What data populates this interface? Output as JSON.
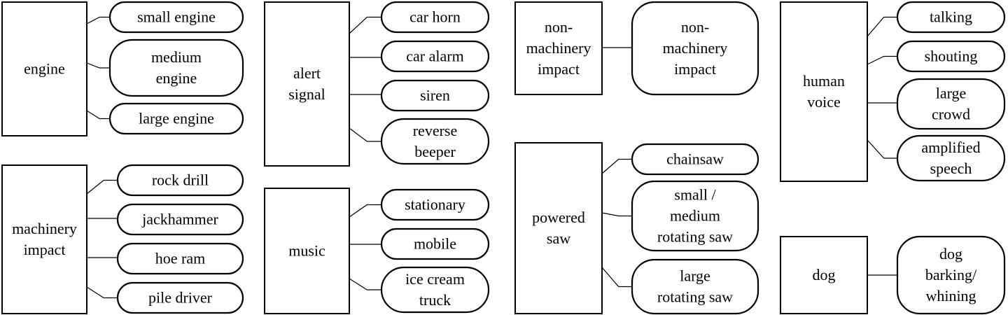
{
  "groups": [
    {
      "id": "engine",
      "label": "engine",
      "children": [
        {
          "id": "small-engine",
          "label": "small engine"
        },
        {
          "id": "medium-engine",
          "label": "medium\nengine"
        },
        {
          "id": "large-engine",
          "label": "large engine"
        }
      ]
    },
    {
      "id": "machinery-impact",
      "label": "machinery\nimpact",
      "children": [
        {
          "id": "rock-drill",
          "label": "rock drill"
        },
        {
          "id": "jackhammer",
          "label": "jackhammer"
        },
        {
          "id": "hoe-ram",
          "label": "hoe ram"
        },
        {
          "id": "pile-driver",
          "label": "pile driver"
        }
      ]
    },
    {
      "id": "alert-signal",
      "label": "alert\nsignal",
      "children": [
        {
          "id": "car-horn",
          "label": "car horn"
        },
        {
          "id": "car-alarm",
          "label": "car alarm"
        },
        {
          "id": "siren",
          "label": "siren"
        },
        {
          "id": "reverse-beeper",
          "label": "reverse\nbeeper"
        }
      ]
    },
    {
      "id": "music",
      "label": "music",
      "children": [
        {
          "id": "stationary",
          "label": "stationary"
        },
        {
          "id": "mobile",
          "label": "mobile"
        },
        {
          "id": "ice-cream-truck",
          "label": "ice cream\ntruck"
        }
      ]
    },
    {
      "id": "non-machinery-impact",
      "label": "non-\nmachinery\nimpact",
      "children": [
        {
          "id": "non-machinery-impact-leaf",
          "label": "non-\nmachinery\nimpact"
        }
      ]
    },
    {
      "id": "powered-saw",
      "label": "powered\nsaw",
      "children": [
        {
          "id": "chainsaw",
          "label": "chainsaw"
        },
        {
          "id": "small-medium-rotating-saw",
          "label": "small /\nmedium\nrotating saw"
        },
        {
          "id": "large-rotating-saw",
          "label": "large\nrotating saw"
        }
      ]
    },
    {
      "id": "human-voice",
      "label": "human\nvoice",
      "children": [
        {
          "id": "talking",
          "label": "talking"
        },
        {
          "id": "shouting",
          "label": "shouting"
        },
        {
          "id": "large-crowd",
          "label": "large\ncrowd"
        },
        {
          "id": "amplified-speech",
          "label": "amplified\nspeech"
        }
      ]
    },
    {
      "id": "dog",
      "label": "dog",
      "children": [
        {
          "id": "dog-barking-whining",
          "label": "dog\nbarking/\nwhining"
        }
      ]
    }
  ]
}
